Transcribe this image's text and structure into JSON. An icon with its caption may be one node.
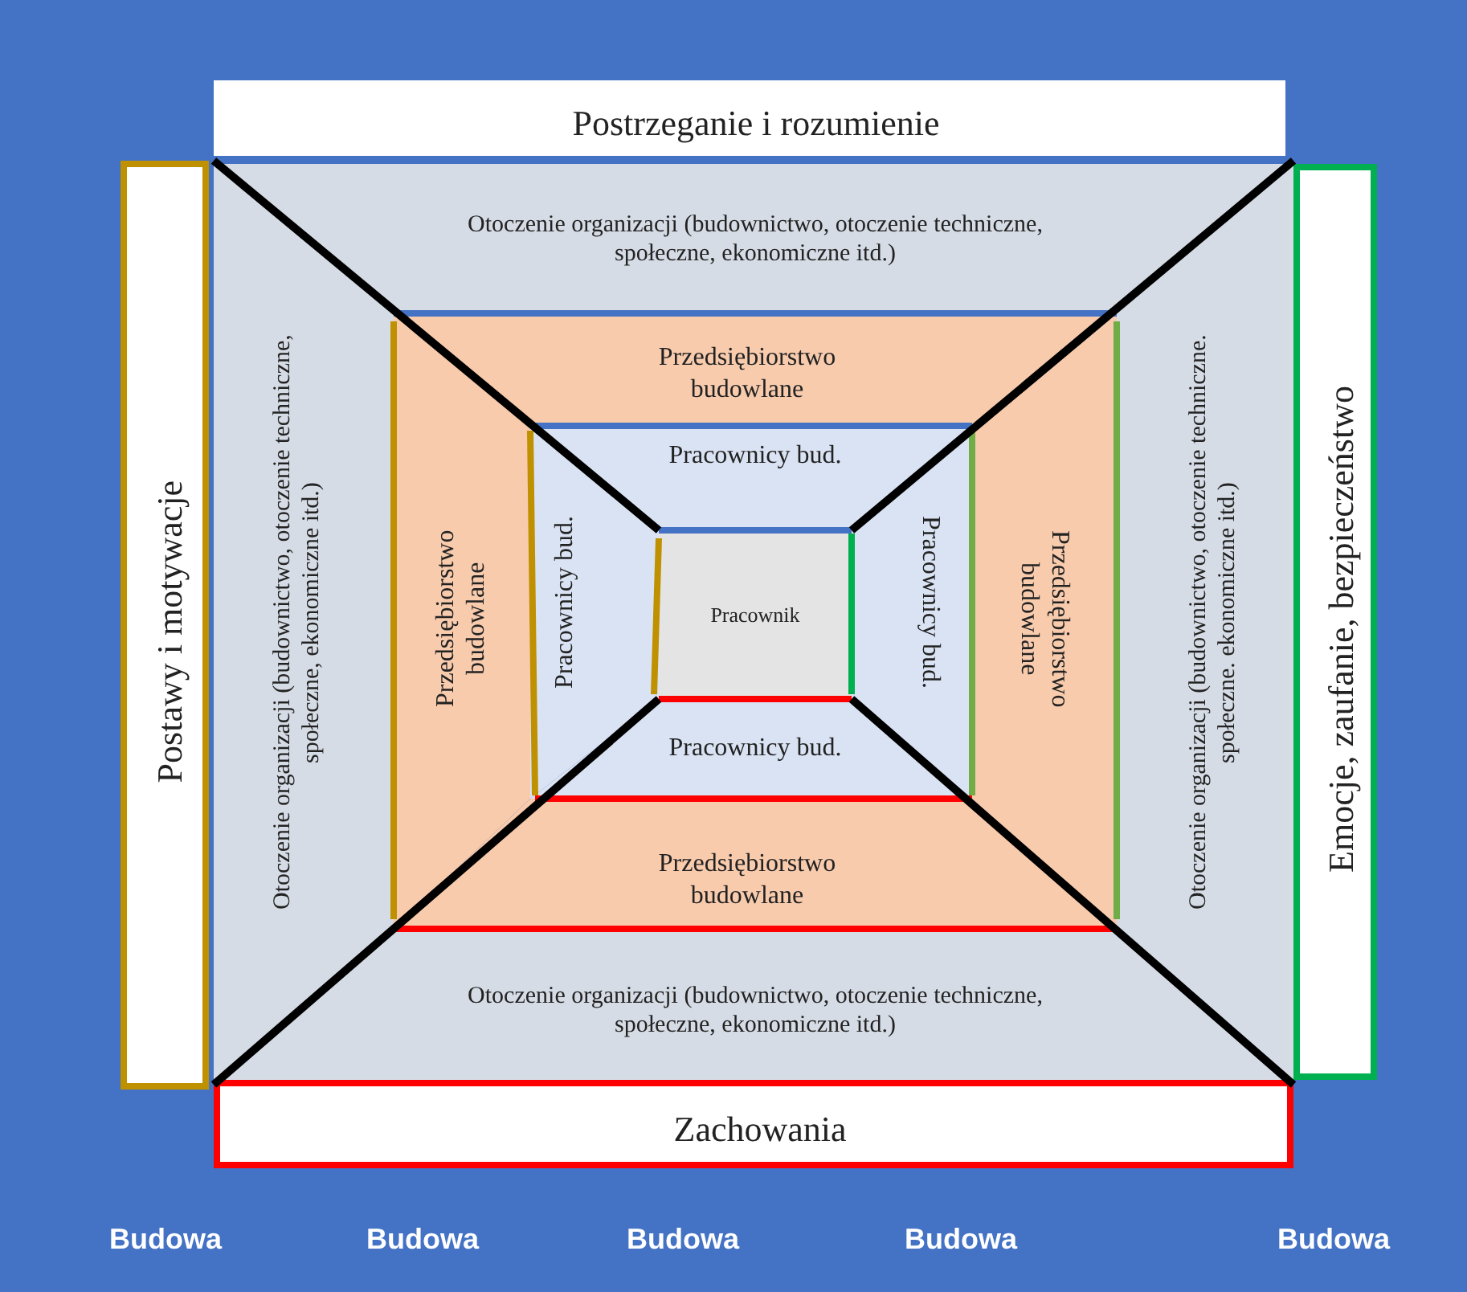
{
  "diagram": {
    "nodes": [
      {
        "text": [
          "Postrzeganie i rozumienie"
        ]
      },
      {
        "text": [
          "Postawy i motywacje"
        ]
      },
      {
        "text": [
          "Emocje, zaufanie, bezpieczeństwo"
        ]
      },
      {
        "text": [
          "Otoczenie organizacji (budownictwo, otoczenie techniczne, społeczne, ekonomiczne itd.)"
        ]
      },
      {
        "text": [
          "Otoczenie organizacji (budownictwo, otoczenie techniczne, społeczne, ekonomiczne itd.)"
        ]
      },
      {
        "text": [
          "Otoczenie organizacji (budownictwo, otoczenie techniczne. społeczne. ekonomiczne itd.)"
        ]
      },
      {
        "text": [
          "Przedsiębiorstwo budowlane"
        ]
      },
      {
        "text": [
          "Przedsiębiorstwo budowlane"
        ]
      },
      {
        "text": [
          "Pracownicy bud."
        ]
      },
      {
        "text": [
          "Pracownicy bud."
        ]
      },
      {
        "text": [
          "Pracownik"
        ]
      },
      {
        "text": [
          "Pracownicy bud."
        ]
      },
      {
        "text": [
          "Przedsiębiorstwo budowlane"
        ]
      },
      {
        "text": [
          "Pracownicy bud."
        ]
      },
      {
        "text": [
          "Przedsiębiorstwo budowlane"
        ]
      },
      {
        "text": [
          "Otoczenie organizacji (budownictwo, otoczenie techniczne, społeczne, ekonomiczne itd.)"
        ]
      },
      {
        "text": [
          "Zachowania"
        ]
      }
    ],
    "labels": [
      "Budowa",
      "Budowa",
      "Budowa",
      "Budowa",
      "Budowa"
    ]
  }
}
